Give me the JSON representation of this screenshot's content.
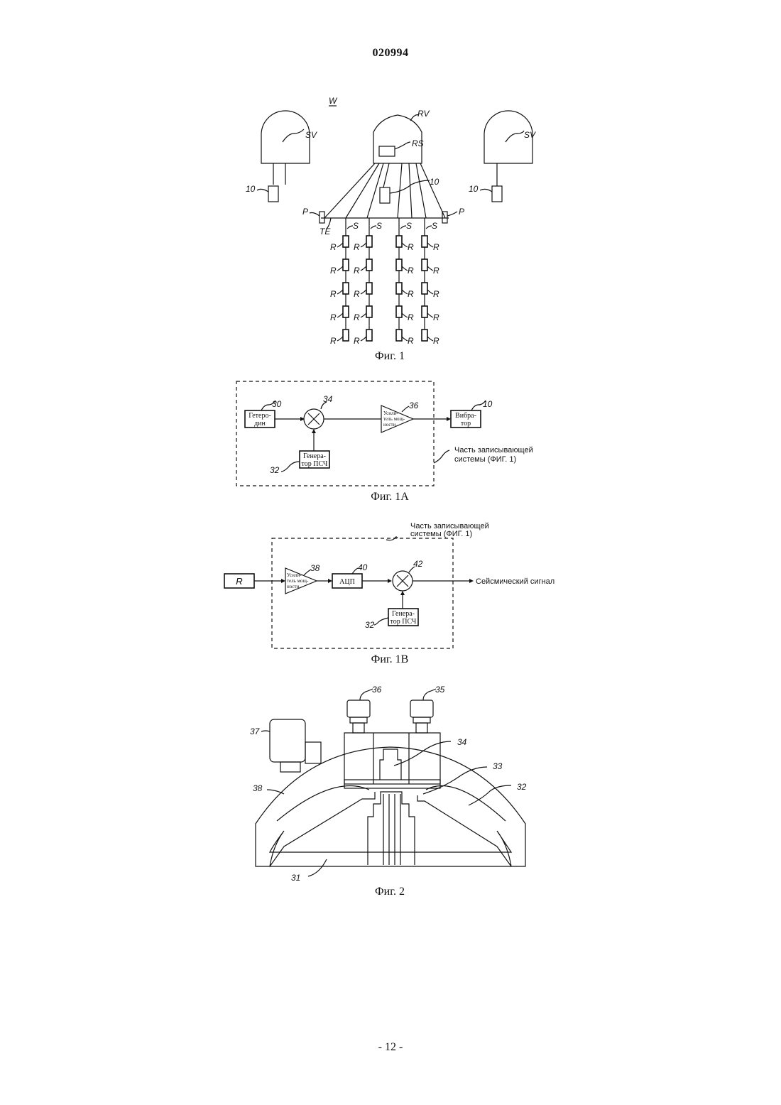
{
  "header": {
    "doc_number": "020994"
  },
  "fig1": {
    "caption": "Фиг. 1",
    "w_label": "W",
    "rv_label": "RV",
    "rs_label": "RS",
    "sv_label": "SV",
    "vibrator_ref": "10",
    "p_label": "P",
    "te_label": "TE",
    "s_label": "S",
    "r_label": "R"
  },
  "fig1a": {
    "caption": "Фиг. 1А",
    "heterodyne_line1": "Гетеро-",
    "heterodyne_line2": "дин",
    "heterodyne_ref": "30",
    "mixer_ref": "34",
    "amp_line1": "Усили-",
    "amp_line2": "тель мощ-",
    "amp_line3": "ности",
    "amp_ref": "36",
    "vibrator_line1": "Вибра-",
    "vibrator_line2": "тор",
    "vibrator_ref": "10",
    "gen_line1": "Генера-",
    "gen_line2": "тор ПСЧ",
    "gen_ref": "32",
    "note_line1": "Часть записывающей",
    "note_line2": "системы (ФИГ. 1)"
  },
  "fig1b": {
    "caption": "Фиг. 1В",
    "note_line1": "Часть записывающей",
    "note_line2": "системы (ФИГ. 1)",
    "r_label": "R",
    "amp_line1": "Усили-",
    "amp_line2": "тель мощ-",
    "amp_line3": "ности",
    "amp_ref": "38",
    "adc_label": "АЦП",
    "adc_ref": "40",
    "mixer_ref": "42",
    "gen_line1": "Генера-",
    "gen_line2": "тор ПСЧ",
    "gen_ref": "32",
    "output_label": "Сейсмический сигнал"
  },
  "fig2": {
    "caption": "Фиг. 2",
    "refs": {
      "r31": "31",
      "r32": "32",
      "r33": "33",
      "r34": "34",
      "r35": "35",
      "r36": "36",
      "r37": "37",
      "r38": "38"
    }
  },
  "footer": {
    "page_number": "- 12 -"
  }
}
